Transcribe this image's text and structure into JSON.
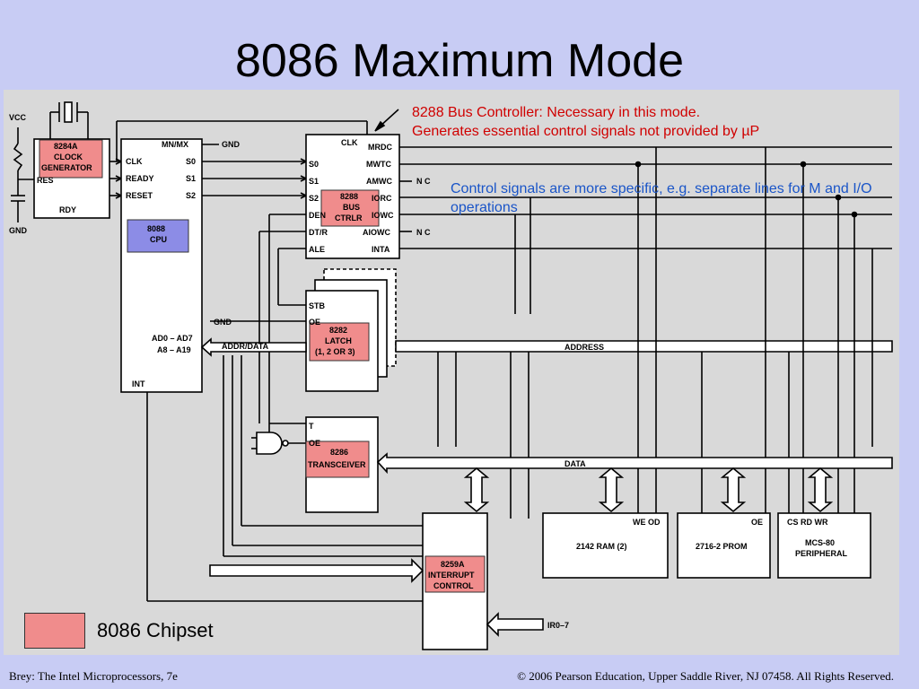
{
  "title": "8086 Maximum Mode",
  "notes": {
    "bus_controller": "8288 Bus Controller: Necessary in this mode.",
    "bus_controller_2": "Generates essential control signals not provided by µP",
    "control_signals": "Control signals are more specific, e.g. separate lines for M and I/O operations"
  },
  "legend": {
    "label": "8086 Chipset",
    "color": "#f08c8c"
  },
  "footer": {
    "left": "Brey: The Intel Microprocessors, 7e",
    "right": "© 2006 Pearson Education, Upper Saddle River, NJ 07458. All Rights Reserved."
  },
  "colors": {
    "chip_highlight": "#f08c8c",
    "cpu_highlight": "#8c8ce6",
    "note_red": "#d00000",
    "note_blue": "#1a55c8"
  },
  "schematic": {
    "vcc": "VCC",
    "gnd": "GND",
    "clock_gen": {
      "l1": "8284A",
      "l2": "CLOCK",
      "l3": "GENERATOR",
      "res": "RES",
      "rdy": "RDY"
    },
    "cpu": {
      "l1": "8088",
      "l2": "CPU",
      "mnmx": "MN/MX",
      "gnd": "GND",
      "clk": "CLK",
      "ready": "READY",
      "reset": "RESET",
      "s0": "S0",
      "s1": "S1",
      "s2": "S2",
      "gnd2": "GND",
      "ad": "AD0 – AD7",
      "a": "A8 – A19",
      "int": "INT"
    },
    "bus_ctrl": {
      "l1": "8288",
      "l2": "BUS",
      "l3": "CTRLR",
      "clk": "CLK",
      "s0": "S0",
      "s1": "S1",
      "s2": "S2",
      "den": "DEN",
      "dtr": "DT/R",
      "ale": "ALE",
      "mrdc": "MRDC",
      "mwtc": "MWTC",
      "amwc": "AMWC",
      "iorc": "IORC",
      "iowc": "IOWC",
      "aiowc": "AIOWC",
      "inta": "INTA",
      "nc1": "N C",
      "nc2": "N C"
    },
    "latch": {
      "l1": "8282",
      "l2": "LATCH",
      "l3": "(1, 2 OR 3)",
      "stb": "STB",
      "oe": "OE"
    },
    "addr_data": "ADDR/DATA",
    "address": "ADDRESS",
    "data": "DATA",
    "transceiver": {
      "l1": "8286",
      "l2": "TRANSCEIVER",
      "t": "T",
      "oe": "OE"
    },
    "pic": {
      "l1": "8259A",
      "l2": "INTERRUPT",
      "l3": "CONTROL",
      "irq": "IR0–7"
    },
    "ram": {
      "label": "2142 RAM (2)",
      "pins": "WE OD"
    },
    "prom": {
      "label": "2716-2 PROM",
      "pins": "OE"
    },
    "periph": {
      "l1": "MCS-80",
      "l2": "PERIPHERAL",
      "pins": "CS RD WR"
    }
  }
}
